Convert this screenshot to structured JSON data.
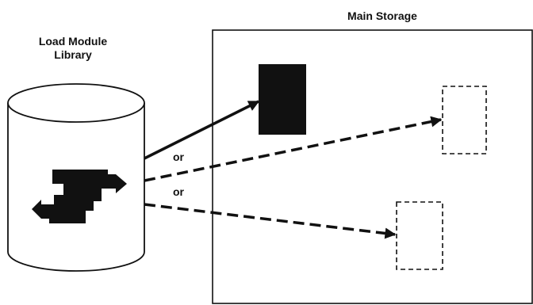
{
  "main_storage": {
    "title": "Main Storage"
  },
  "library": {
    "title_line1": "Load Module",
    "title_line2": "Library"
  },
  "connectors": {
    "or_label_1": "or",
    "or_label_2": "or"
  },
  "colors": {
    "ink": "#111111",
    "background": "#ffffff"
  },
  "icons": [
    "database-cylinder-icon",
    "load-module-icon"
  ]
}
